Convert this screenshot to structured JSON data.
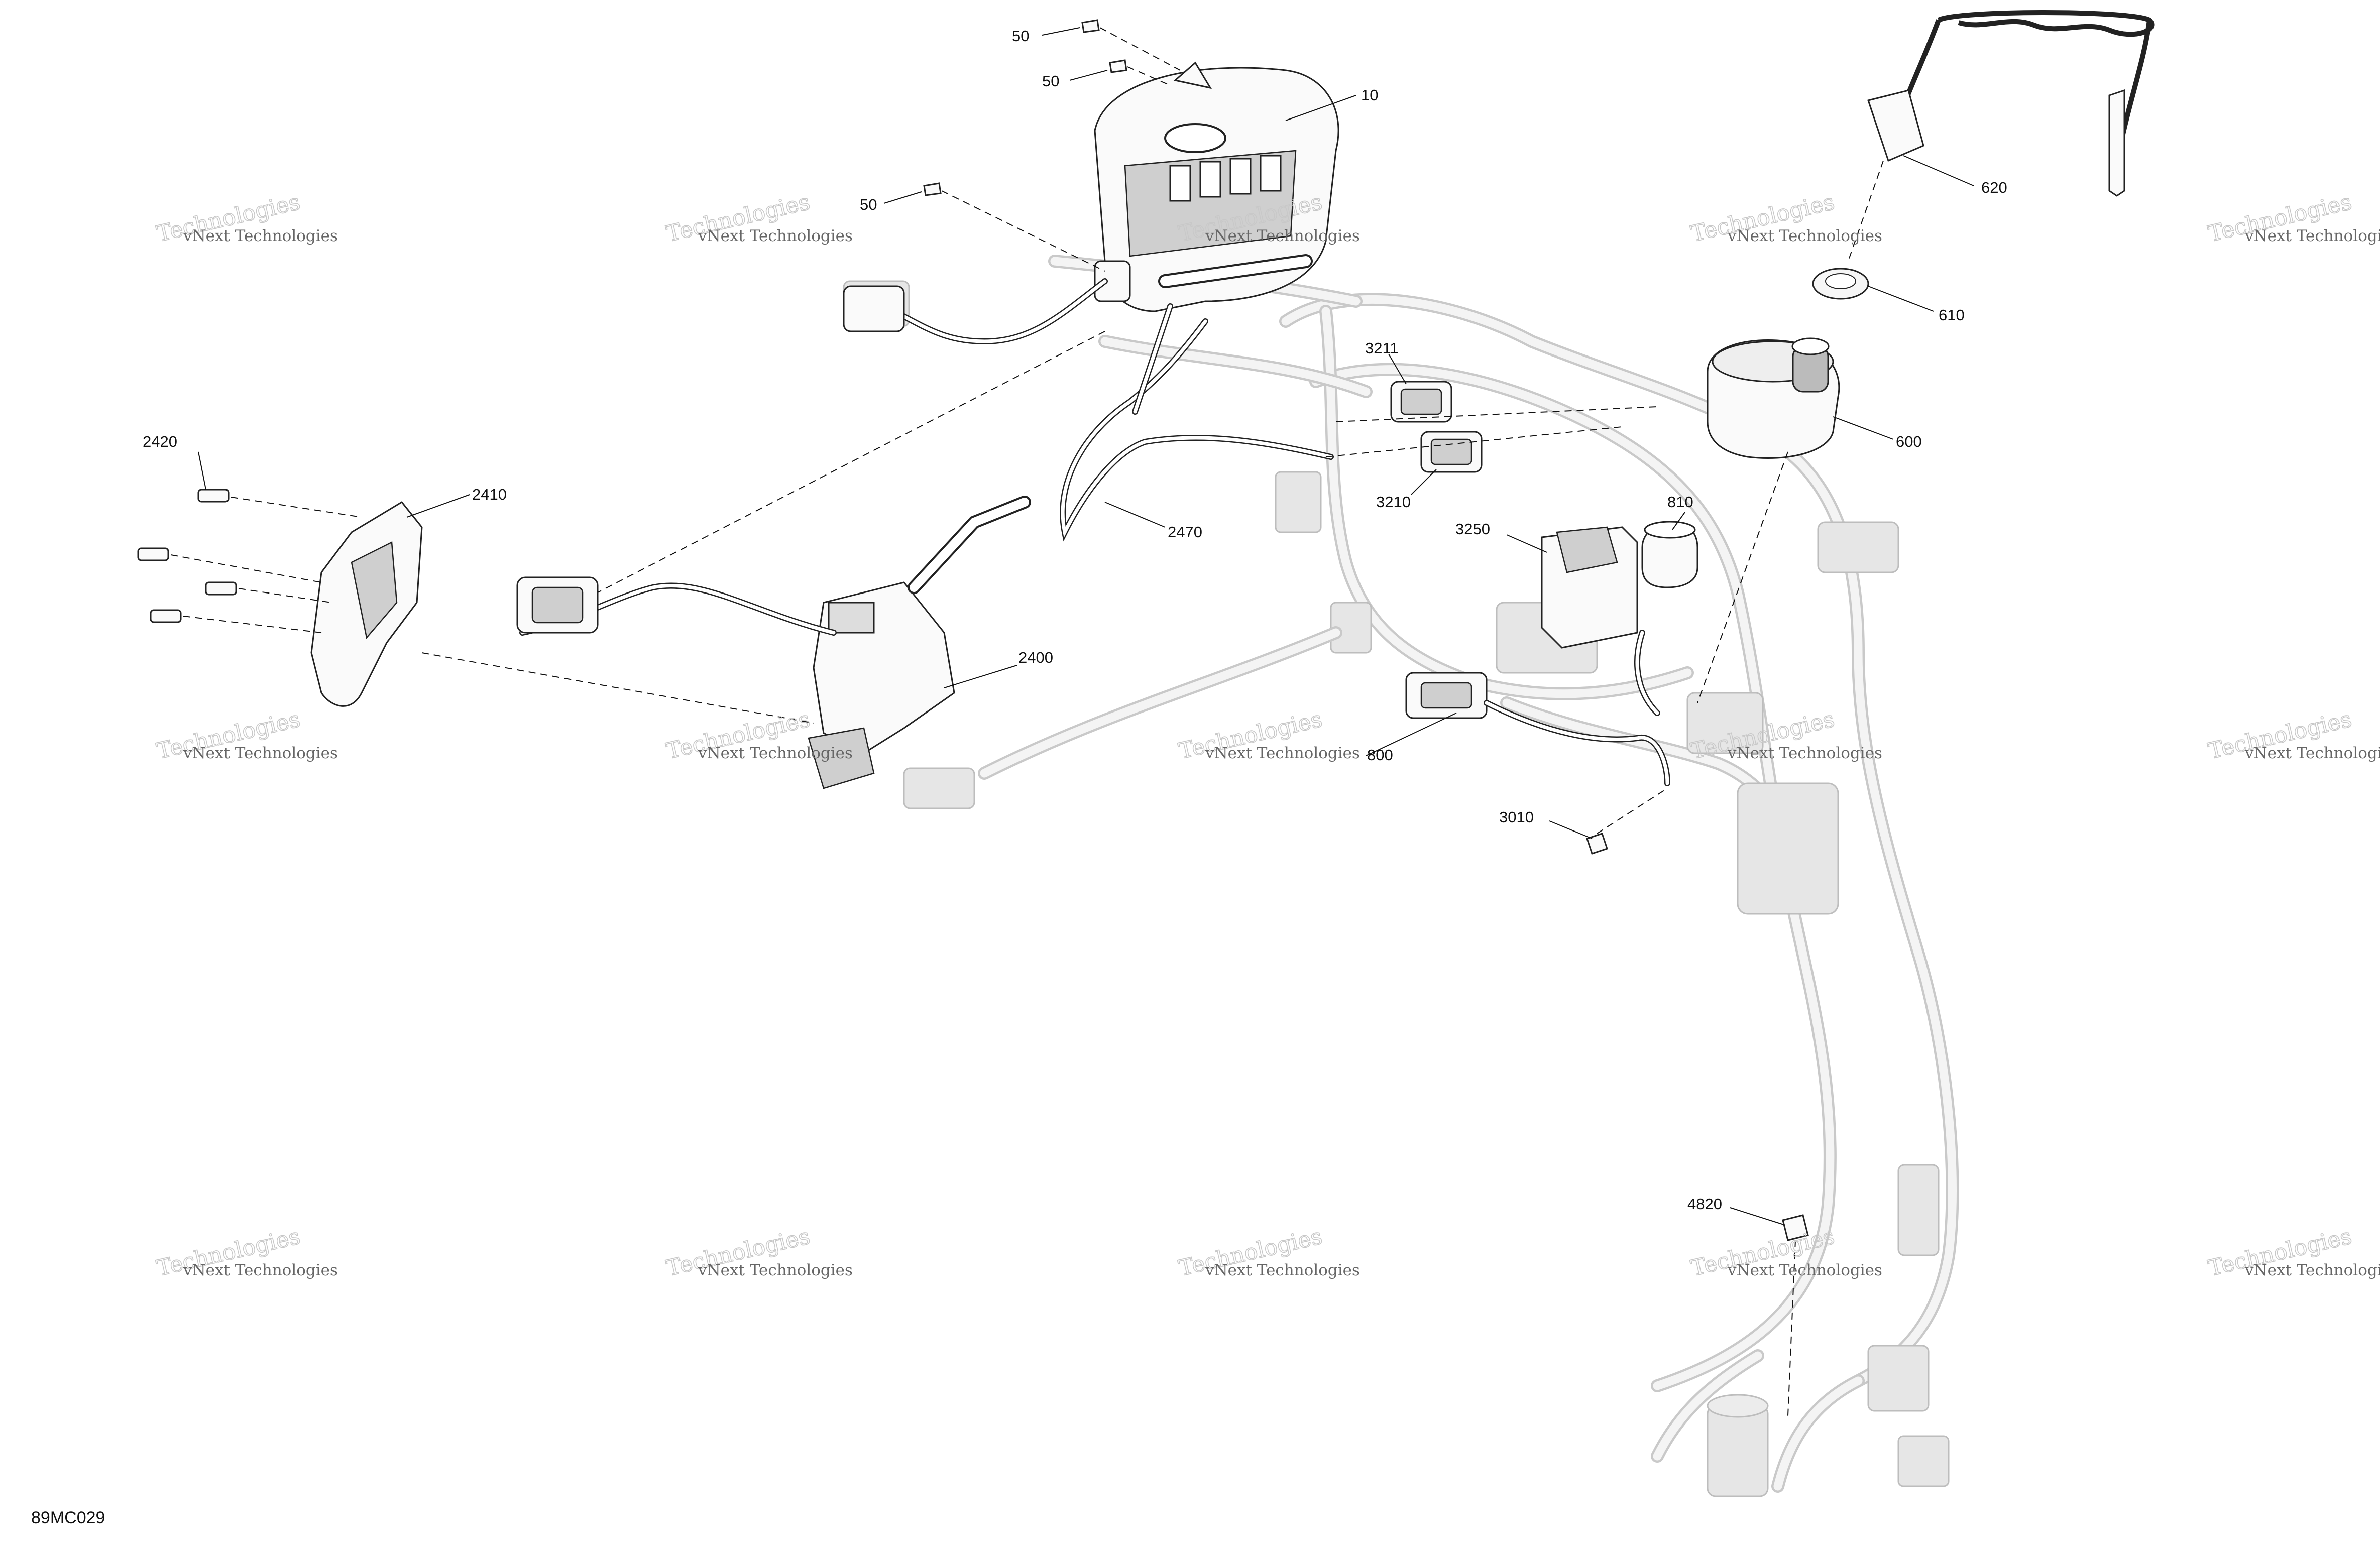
{
  "figure_code": "89MC029",
  "watermark": {
    "line1": "vNext Technologies",
    "line2": "Technologies"
  },
  "callouts": {
    "p50a": "50",
    "p50b": "50",
    "p50c": "50",
    "p10": "10",
    "p620": "620",
    "p610": "610",
    "p600": "600",
    "p3211": "3211",
    "p3210": "3210",
    "p2470": "2470",
    "p2420": "2420",
    "p2410": "2410",
    "p2400": "2400",
    "p810": "810",
    "p3250": "3250",
    "p800": "800",
    "p3010": "3010",
    "p4820": "4820"
  }
}
